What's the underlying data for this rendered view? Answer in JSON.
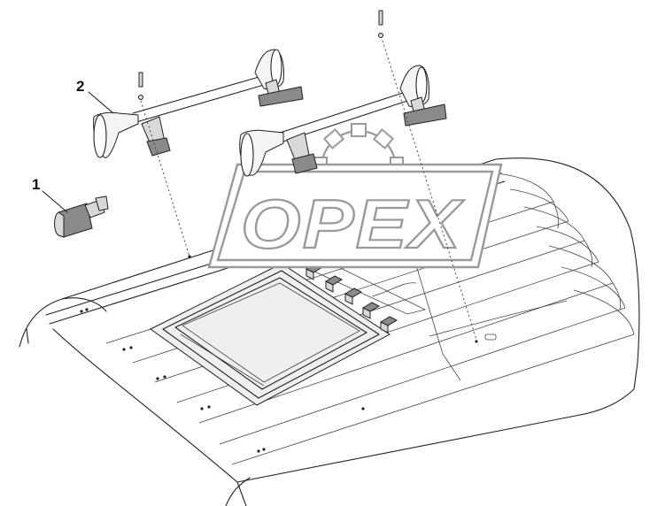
{
  "callouts": [
    {
      "id": "1",
      "label": "1"
    },
    {
      "id": "2",
      "label": "2"
    }
  ],
  "watermark": {
    "text": "OPEX"
  },
  "colors": {
    "line": "#222222",
    "part_fill": "#d9d9d9",
    "watermark": "#9a9a9a",
    "background": "#ffffff"
  }
}
